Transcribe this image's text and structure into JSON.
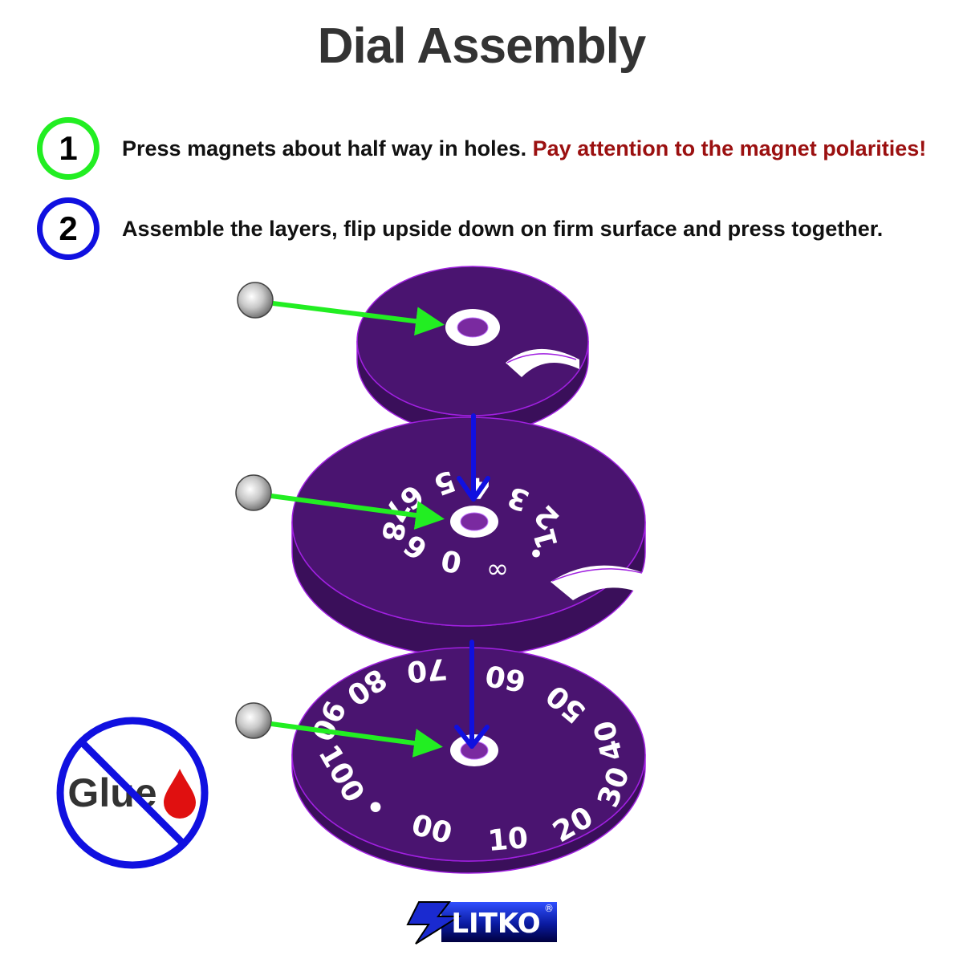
{
  "title": "Dial Assembly",
  "steps": [
    {
      "number": "1",
      "text": "Press magnets about half way in holes.",
      "warning": "Pay attention to the magnet polarities!",
      "color": "#22ee22"
    },
    {
      "number": "2",
      "text": "Assemble the layers, flip upside down on firm surface and press together.",
      "warning": "",
      "color": "#1010e0"
    }
  ],
  "no_glue_label": "Glue",
  "middle_dial_numbers": [
    "1",
    "2",
    "3",
    "4",
    "5",
    "6",
    "7",
    "8",
    "9",
    "0"
  ],
  "middle_dial_symbols": [
    "•",
    "∞"
  ],
  "bottom_dial_numbers": [
    "10",
    "20",
    "30",
    "40",
    "50",
    "60",
    "70",
    "80",
    "90",
    "100",
    "00"
  ],
  "bottom_dial_symbols": [
    "•"
  ],
  "logo_text": "LITKO",
  "logo_mark": "®",
  "colors": {
    "disc": "#4a1470",
    "disc_edge": "#a020e0",
    "magnet_arrow": "#22ee22",
    "stack_arrow": "#1010e0",
    "no_glue": "#1010e0",
    "drop": "#e01010",
    "title": "#333333",
    "warning": "#9b1010"
  }
}
